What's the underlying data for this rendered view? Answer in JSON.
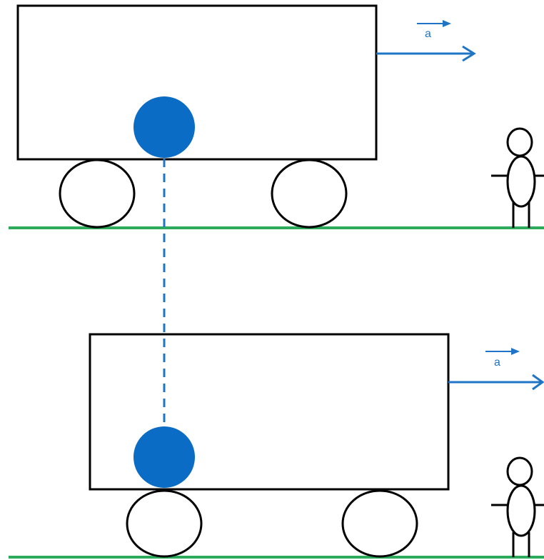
{
  "scenes": [
    {
      "id": "top",
      "accel_label": "a"
    },
    {
      "id": "bottom",
      "accel_label": "a"
    }
  ],
  "colors": {
    "ground": "#2eaa5c",
    "ball": "#0a6cc4",
    "arrow": "#1f74c6",
    "line": "#000000",
    "dashed": "#1f74c6",
    "background": "#ffffff"
  },
  "icons": [
    "wagon",
    "wheel",
    "ball",
    "acceleration-arrow",
    "stick-figure-observer",
    "ground-line",
    "dashed-plumb-line"
  ]
}
